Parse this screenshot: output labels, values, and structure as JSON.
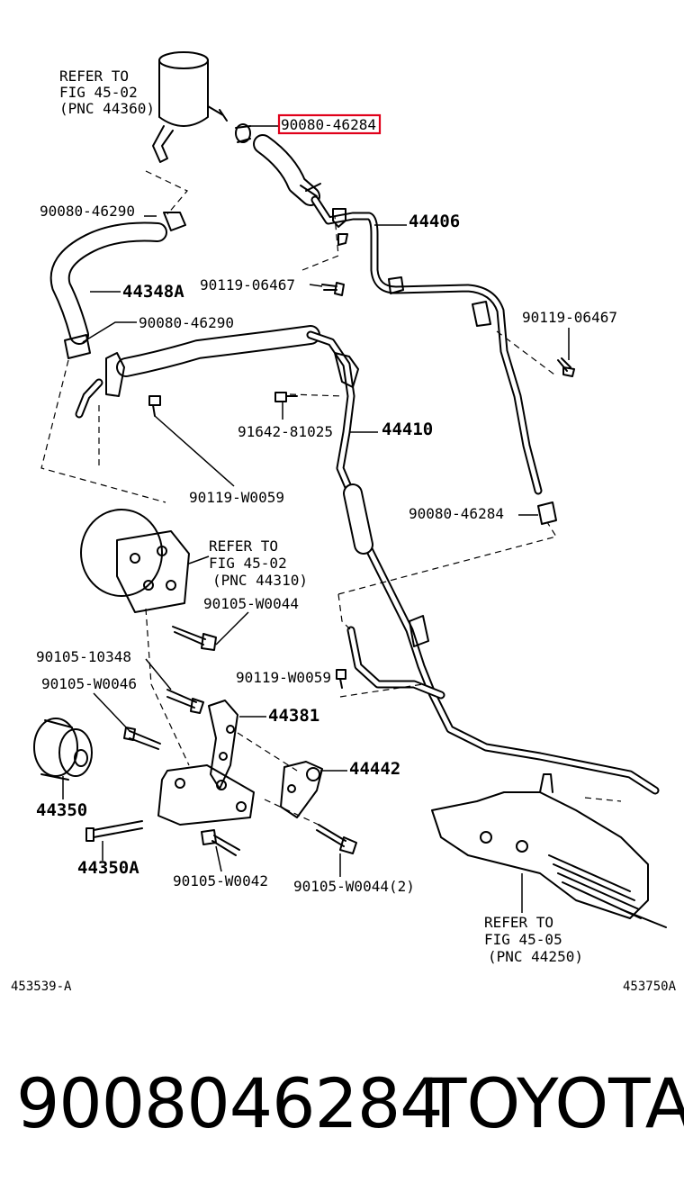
{
  "diagram": {
    "callouts": {
      "refer_reservoir": [
        "REFER TO",
        "FIG 45-02",
        "(PNC 44360)"
      ],
      "refer_pump": [
        "REFER TO",
        "FIG 45-02",
        "(PNC 44310)"
      ],
      "refer_rack": [
        "REFER TO",
        "FIG 45-05",
        "(PNC 44250)"
      ],
      "clamp_top": "90080-46284",
      "clamp_left_upper": "90080-46290",
      "hose_44406": "44406",
      "hose_44348a": "44348A",
      "bolt_90119_06467_left": "90119-06467",
      "bolt_90119_06467_right": "90119-06467",
      "clamp_left_lower": "90080-46290",
      "bolt_91642": "91642-81025",
      "pipe_44410": "44410",
      "bolt_90119_w0059_left": "90119-W0059",
      "clamp_right_lower": "90080-46284",
      "bolt_90105_w0044": "90105-W0044",
      "bolt_90105_10348": "90105-10348",
      "bolt_90105_w0046": "90105-W0046",
      "bolt_90119_w0059_right": "90119-W0059",
      "bracket_44381": "44381",
      "bracket_44442": "44442",
      "pulley_44350": "44350",
      "bolt_44350a": "44350A",
      "bolt_90105_w0042": "90105-W0042",
      "bolt_90105_w0044_2": "90105-W0044(2)"
    },
    "code_left": "453539-A",
    "code_right": "453750A",
    "highlight_color": "#e0001a"
  },
  "footer": {
    "part_number": "9008046284",
    "brand": "TOYOTA"
  }
}
